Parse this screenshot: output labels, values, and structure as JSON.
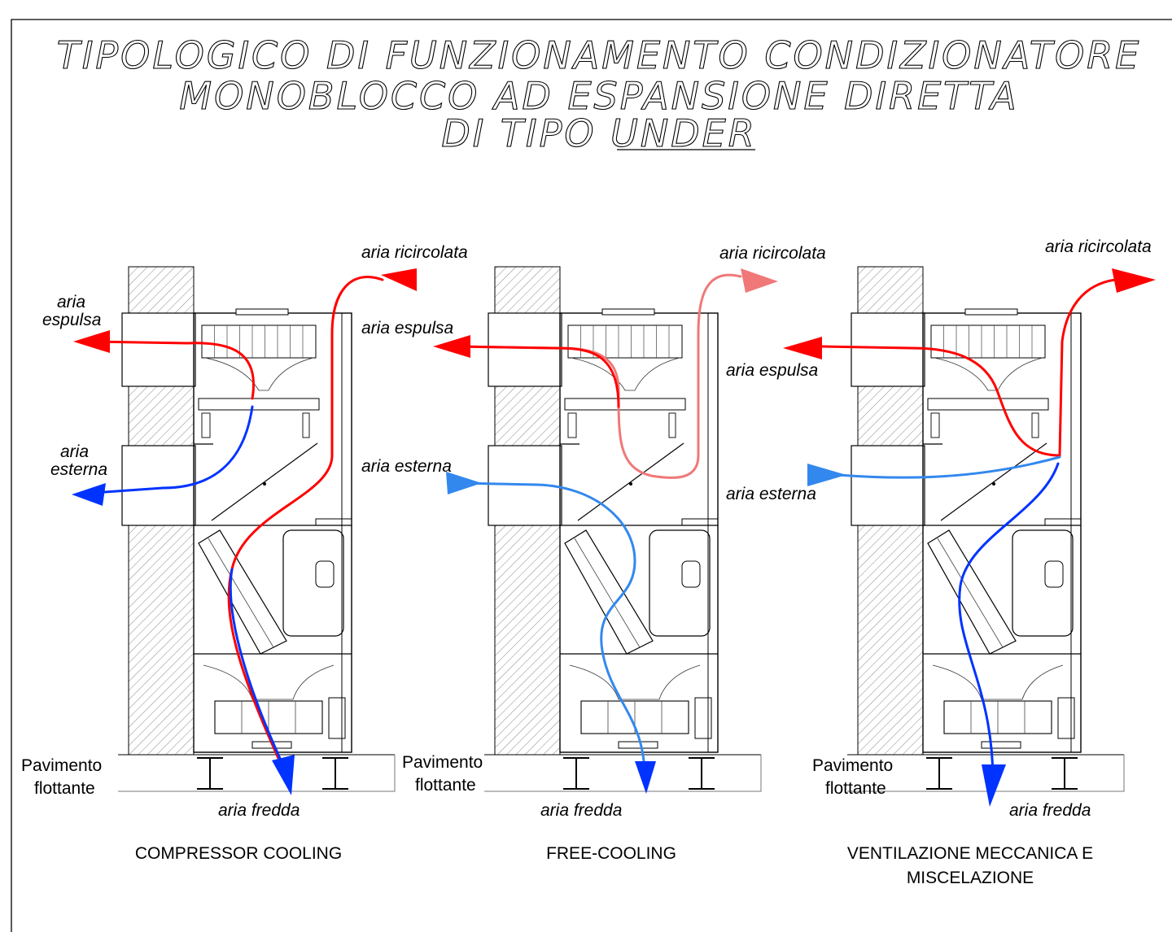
{
  "title": {
    "line1": "TIPOLOGICO DI FUNZIONAMENTO CONDIZIONATORE",
    "line2": "MONOBLOCCO AD ESPANSIONE DIRETTA",
    "line3_prefix": "DI TIPO ",
    "line3_underlined": "UNDER"
  },
  "colors": {
    "hot": "#ff0000",
    "hot_light": "#f07878",
    "cold": "#0033ff",
    "cold_light": "#3388ee"
  },
  "panels": [
    {
      "caption": "COMPRESSOR COOLING",
      "labels": {
        "recirc": "aria ricircolata",
        "exhaust_a": "aria",
        "exhaust_b": "espulsa",
        "outside_a": "aria",
        "outside_b": "esterna",
        "floor_a": "Pavimento",
        "floor_b": "flottante",
        "supply": "aria fredda"
      }
    },
    {
      "caption": "FREE-COOLING",
      "labels": {
        "recirc": "aria ricircolata",
        "exhaust": "aria espulsa",
        "outside": "aria esterna",
        "floor_a": "Pavimento",
        "floor_b": "flottante",
        "supply": "aria fredda"
      }
    },
    {
      "caption_a": "VENTILAZIONE MECCANICA E",
      "caption_b": "MISCELAZIONE",
      "labels": {
        "recirc": "aria ricircolata",
        "exhaust": "aria espulsa",
        "outside": "aria esterna",
        "floor_a": "Pavimento",
        "floor_b": "flottante",
        "supply": "aria fredda"
      }
    }
  ]
}
